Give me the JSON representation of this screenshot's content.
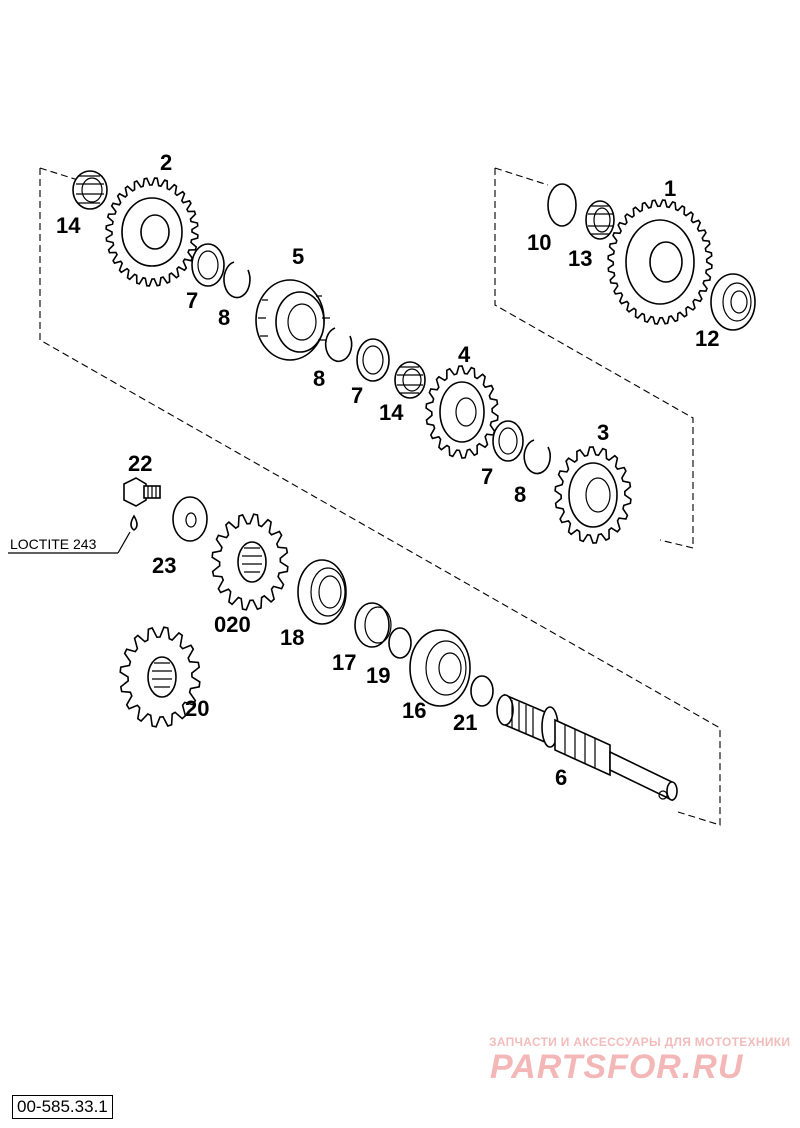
{
  "diagram": {
    "parts": [
      {
        "id": "p1",
        "label": "1"
      },
      {
        "id": "p2",
        "label": "2"
      },
      {
        "id": "p3",
        "label": "3"
      },
      {
        "id": "p4",
        "label": "4"
      },
      {
        "id": "p5",
        "label": "5"
      },
      {
        "id": "p6",
        "label": "6"
      },
      {
        "id": "p7a",
        "label": "7"
      },
      {
        "id": "p7b",
        "label": "7"
      },
      {
        "id": "p7c",
        "label": "7"
      },
      {
        "id": "p8a",
        "label": "8"
      },
      {
        "id": "p8b",
        "label": "8"
      },
      {
        "id": "p8c",
        "label": "8"
      },
      {
        "id": "p10",
        "label": "10"
      },
      {
        "id": "p12",
        "label": "12"
      },
      {
        "id": "p13",
        "label": "13"
      },
      {
        "id": "p14a",
        "label": "14"
      },
      {
        "id": "p14b",
        "label": "14"
      },
      {
        "id": "p16",
        "label": "16"
      },
      {
        "id": "p17",
        "label": "17"
      },
      {
        "id": "p18",
        "label": "18"
      },
      {
        "id": "p19",
        "label": "19"
      },
      {
        "id": "p20",
        "label": "20"
      },
      {
        "id": "p020",
        "label": "020"
      },
      {
        "id": "p21",
        "label": "21"
      },
      {
        "id": "p22",
        "label": "22"
      },
      {
        "id": "p23",
        "label": "23"
      }
    ],
    "callout": "LOCTITE 243",
    "document_number": "00-585.33.1"
  },
  "watermark": {
    "tagline": "ЗАПЧАСТИ И АКСЕССУАРЫ ДЛЯ МОТОТЕХНИКИ",
    "brand": "PARTSFOR.RU",
    "color": "#f3b7b7"
  },
  "colors": {
    "line": "#000000",
    "background": "#ffffff"
  }
}
